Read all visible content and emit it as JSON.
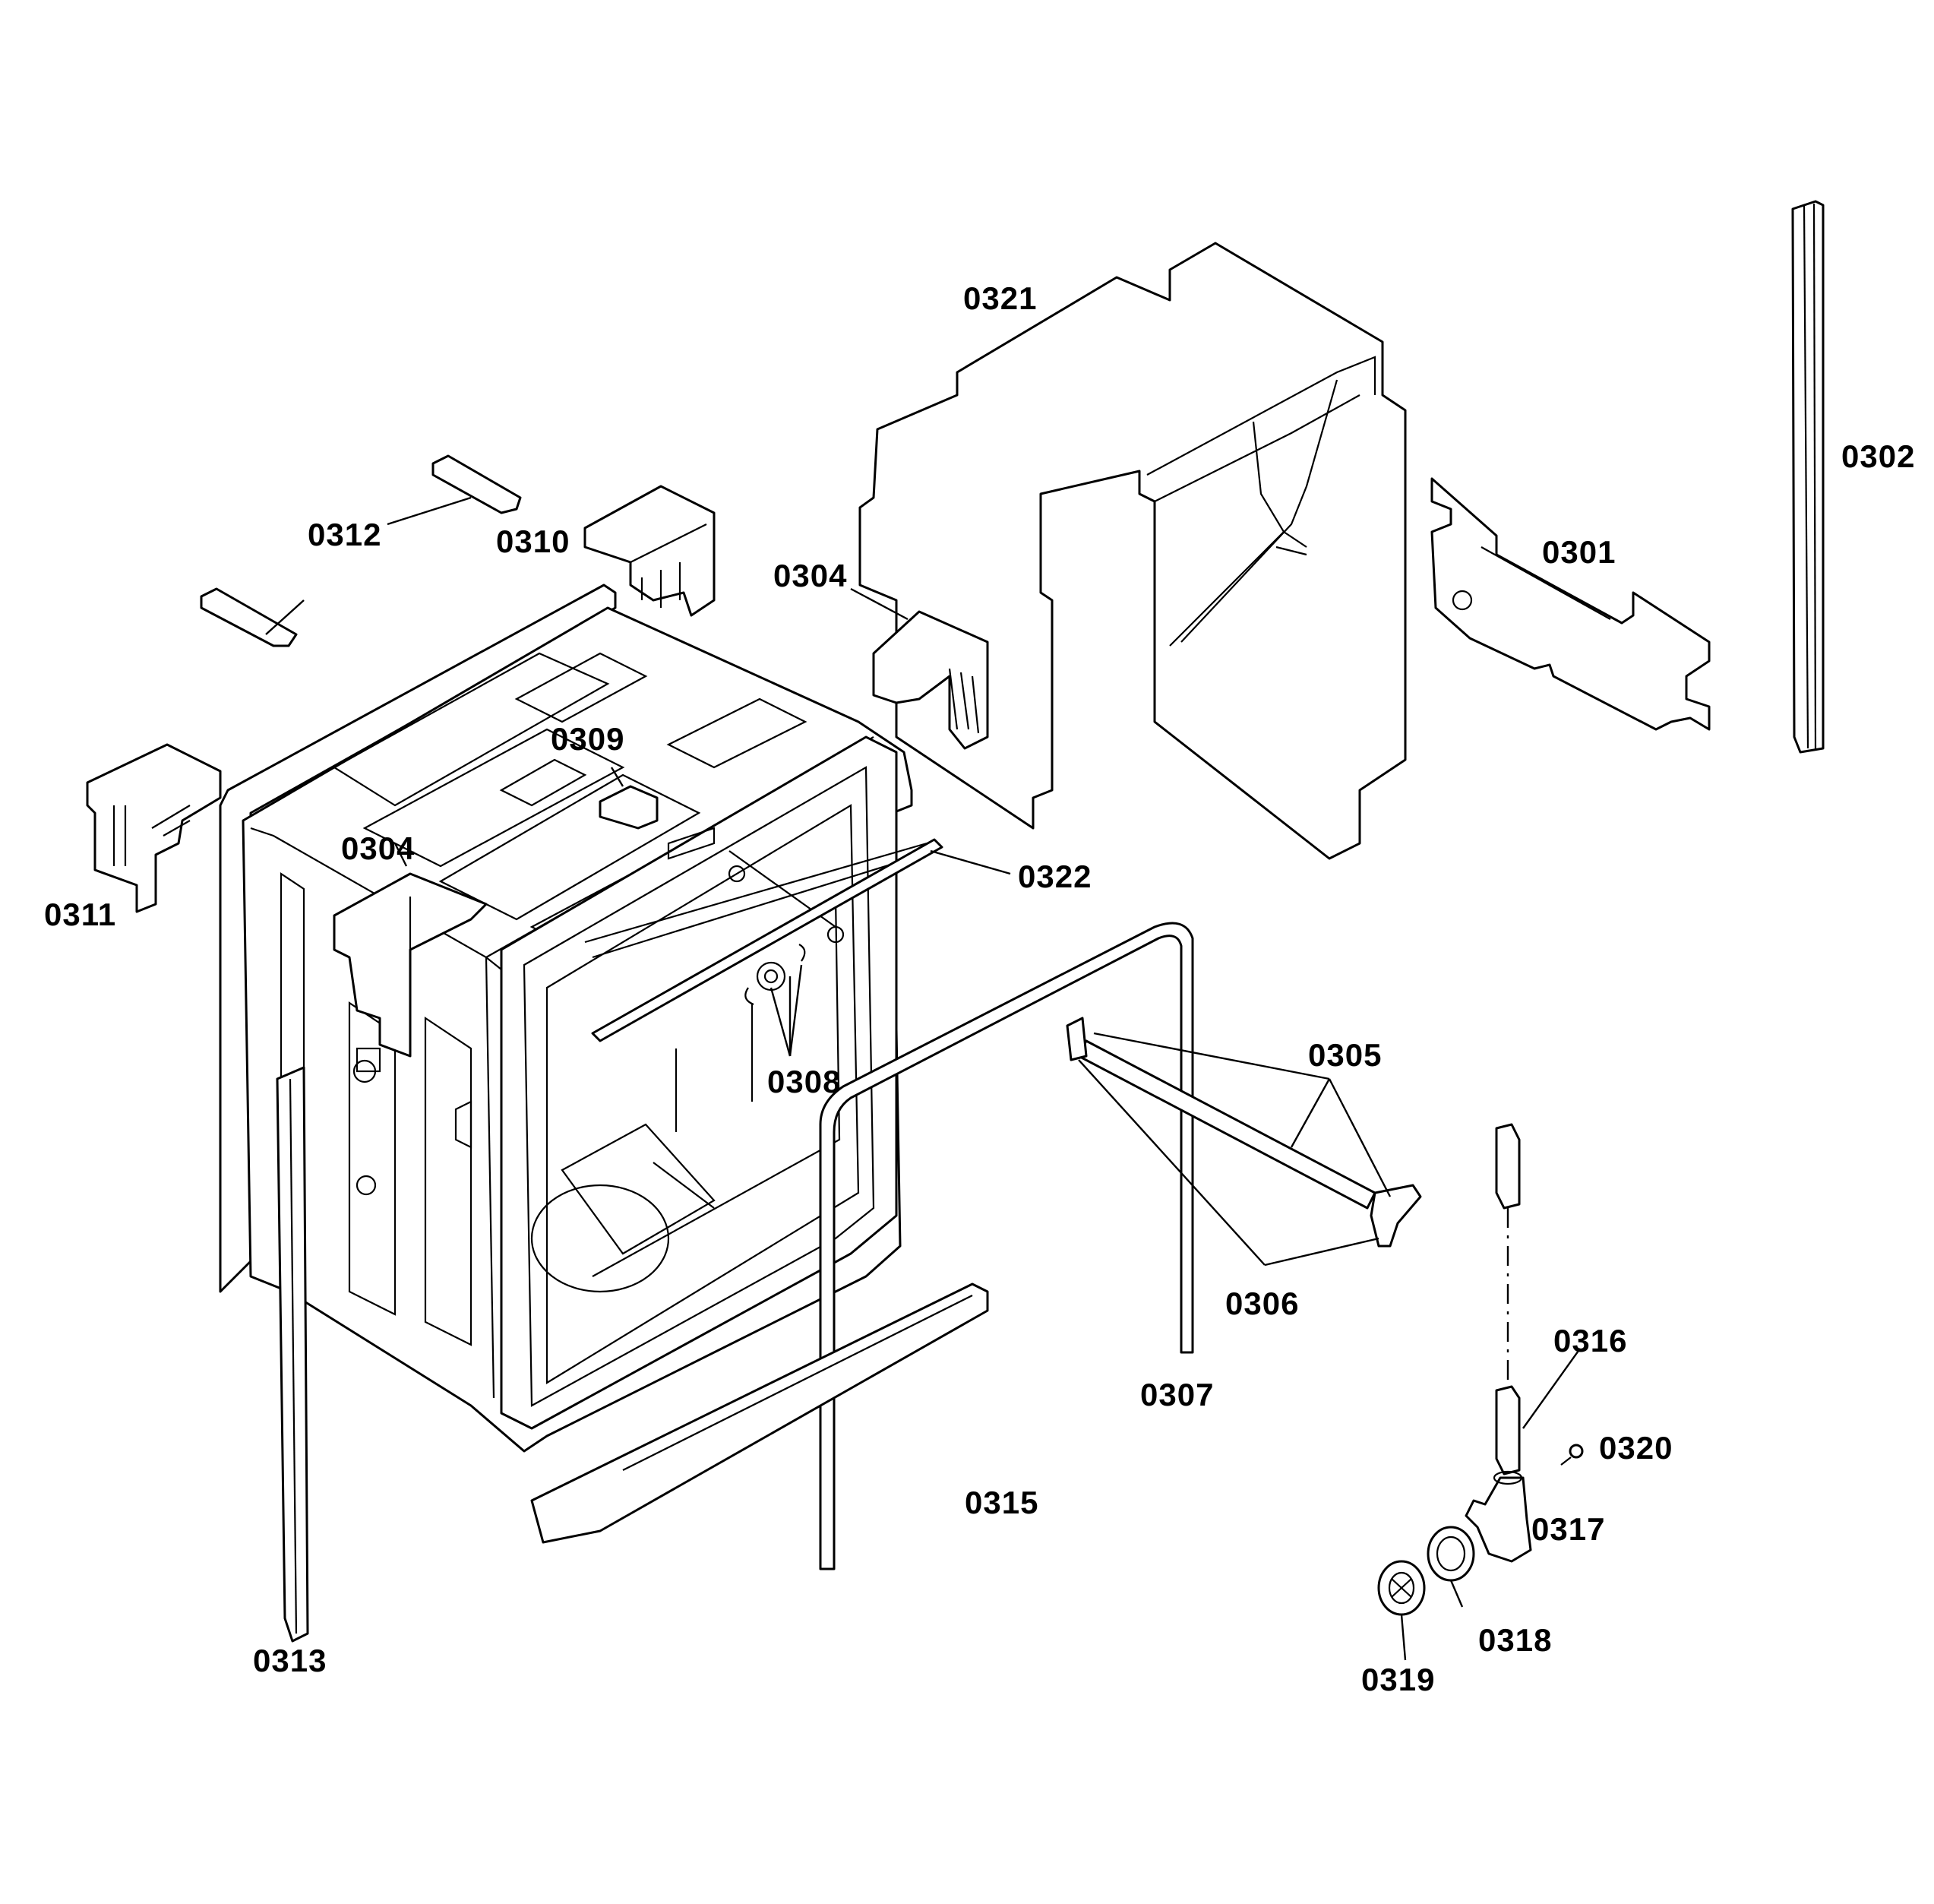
{
  "colors": {
    "line": "#000000",
    "background": "#ffffff"
  },
  "diagram": {
    "parts": [
      {
        "id": "0301",
        "label": "0301"
      },
      {
        "id": "0302",
        "label": "0302"
      },
      {
        "id": "0304a",
        "label": "0304"
      },
      {
        "id": "0304b",
        "label": "0304"
      },
      {
        "id": "0305",
        "label": "0305"
      },
      {
        "id": "0306",
        "label": "0306"
      },
      {
        "id": "0307",
        "label": "0307"
      },
      {
        "id": "0308",
        "label": "0308"
      },
      {
        "id": "0309",
        "label": "0309"
      },
      {
        "id": "0310",
        "label": "0310"
      },
      {
        "id": "0311",
        "label": "0311"
      },
      {
        "id": "0312",
        "label": "0312"
      },
      {
        "id": "0313",
        "label": "0313"
      },
      {
        "id": "0315",
        "label": "0315"
      },
      {
        "id": "0316",
        "label": "0316"
      },
      {
        "id": "0317",
        "label": "0317"
      },
      {
        "id": "0318",
        "label": "0318"
      },
      {
        "id": "0319",
        "label": "0319"
      },
      {
        "id": "0320",
        "label": "0320"
      },
      {
        "id": "0321",
        "label": "0321"
      },
      {
        "id": "0322",
        "label": "0322"
      }
    ]
  }
}
